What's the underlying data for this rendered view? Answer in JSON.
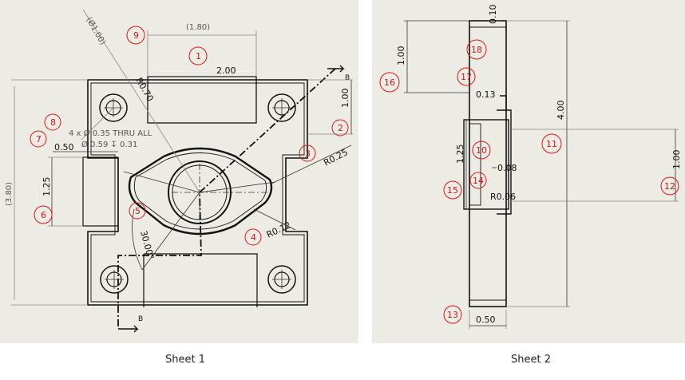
{
  "sheets": [
    {
      "caption": "Sheet 1",
      "dimensions": {
        "d_top_ref": "(1.80)",
        "d_top": "2.00",
        "d_dia": "(Ø1.00)",
        "d_r070": "R0.70",
        "d_right": "1.00",
        "d_left_ref": "(3.80)",
        "d_050": "0.50",
        "d_125": "1.25",
        "d_r025": "R0.25",
        "d_r012": "R0.12",
        "d_angle": "30.00°",
        "hole_note_1": "4 x Ø 0.35 THRU ALL",
        "hole_note_2": "Ø 0.59 ↧ 0.31",
        "section_top": "B",
        "section_bottom": "B"
      },
      "balloons": [
        "1",
        "2",
        "3",
        "4",
        "5",
        "6",
        "7",
        "8",
        "9"
      ]
    },
    {
      "caption": "Sheet 2",
      "dimensions": {
        "d_010": "0.10",
        "d_100": "1.00",
        "d_013": "0.13",
        "d_400": "4.00",
        "d_125": "1.25",
        "d_008": "0.08",
        "d_r006": "R0.06",
        "d_100b": "1.00",
        "d_050": "0.50"
      },
      "balloons": [
        "10",
        "11",
        "12",
        "13",
        "14",
        "15",
        "16",
        "17",
        "18"
      ]
    }
  ]
}
